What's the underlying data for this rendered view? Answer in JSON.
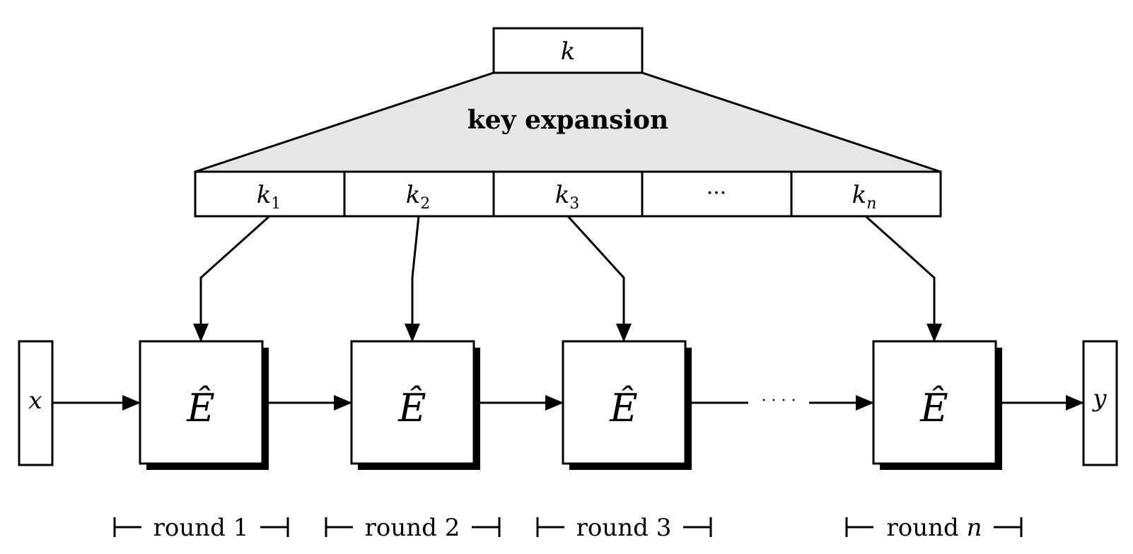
{
  "master_key": "k",
  "expansion_label": "key expansion",
  "subkeys": [
    {
      "base": "k",
      "sub": "1"
    },
    {
      "base": "k",
      "sub": "2"
    },
    {
      "base": "k",
      "sub": "3"
    },
    {
      "base": "···",
      "sub": ""
    },
    {
      "base": "k",
      "sub": "n"
    }
  ],
  "rounds": [
    {
      "func": "Ê",
      "label_prefix": "round ",
      "label_num": "1"
    },
    {
      "func": "Ê",
      "label_prefix": "round ",
      "label_num": "2"
    },
    {
      "func": "Ê",
      "label_prefix": "round ",
      "label_num": "3"
    },
    {
      "func": "Ê",
      "label_prefix": "round ",
      "label_num": "n"
    }
  ],
  "input": "x",
  "output": "y",
  "chain_gap": "· · · ·",
  "colors": {
    "expansion_fill": "#e6e6e6",
    "stroke": "#000000",
    "shadow": "#000000"
  }
}
